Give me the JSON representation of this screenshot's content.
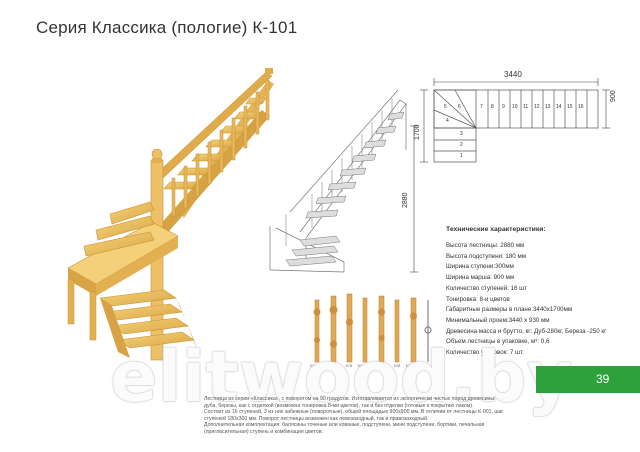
{
  "title": "Серия Классика (пологие) К-101",
  "drawing": {
    "width_label": "3440",
    "side_label": "900",
    "left_label": "1700",
    "height_label": "2880",
    "step_numbers": [
      "1",
      "2",
      "3",
      "4",
      "5",
      "6",
      "7",
      "8",
      "9",
      "10",
      "11",
      "12",
      "13",
      "14",
      "15",
      "16"
    ]
  },
  "specs": {
    "heading": "Технические характеристики:",
    "items": [
      "Высота лестницы: 2880 мм",
      "Высота подступени: 180 мм",
      "Ширина ступени:300мм",
      "Ширина марша: 900 мм",
      "Количество ступеней: 16 шт",
      "Тонировка: 8-и цветов",
      "Габаритные размеры в плане:3440х1700мм",
      "Минимальный проем:3440 х 930 мм",
      "Древесина масса и брутто, кг: Дуб-280кг, Береза -250 кг",
      "Объем лестницы в упаковке, м³: 0,6",
      "Количество упаковок: 7 шт."
    ]
  },
  "balusters": {
    "labels": [
      "БЛ1",
      "БЛ2",
      "БЛ3",
      "БЛ4",
      "БЛ5",
      "БЛ6",
      "БЛ7",
      "БЛ8",
      "БЛ9",
      "БЛ10",
      "БЛ11"
    ]
  },
  "watermark": "elitwood.by",
  "page_number": "39",
  "description": [
    "Лестница из серии «Классика», с поворотом на 90 градусов. Изготавливается из экологически чистых пород древесины:",
    "дуба, березы, как с отделкой (возможна тонировка 8-ми цветов), так и без отделки (готовые к покрытию лаком).",
    "Состоит из 16 ступеней, 3 из них забежные (поворотные), общей площадью 900х900 мм. В отличии от лестницы К-001, шаг",
    "ступеней 180х300 мм. Поворот лестницы возможен как левозаходный, так и правозаходный.",
    "Дополнительная комплектация: балясины точеные или кованые, подступени, мини подступени, бортики, печальная",
    "(пригласительная) ступень и комбинация цветов."
  ],
  "colors": {
    "wood_light": "#f2c96a",
    "wood_mid": "#e2b050",
    "wood_dark": "#c98f35",
    "accent_green": "#2ea13a"
  }
}
